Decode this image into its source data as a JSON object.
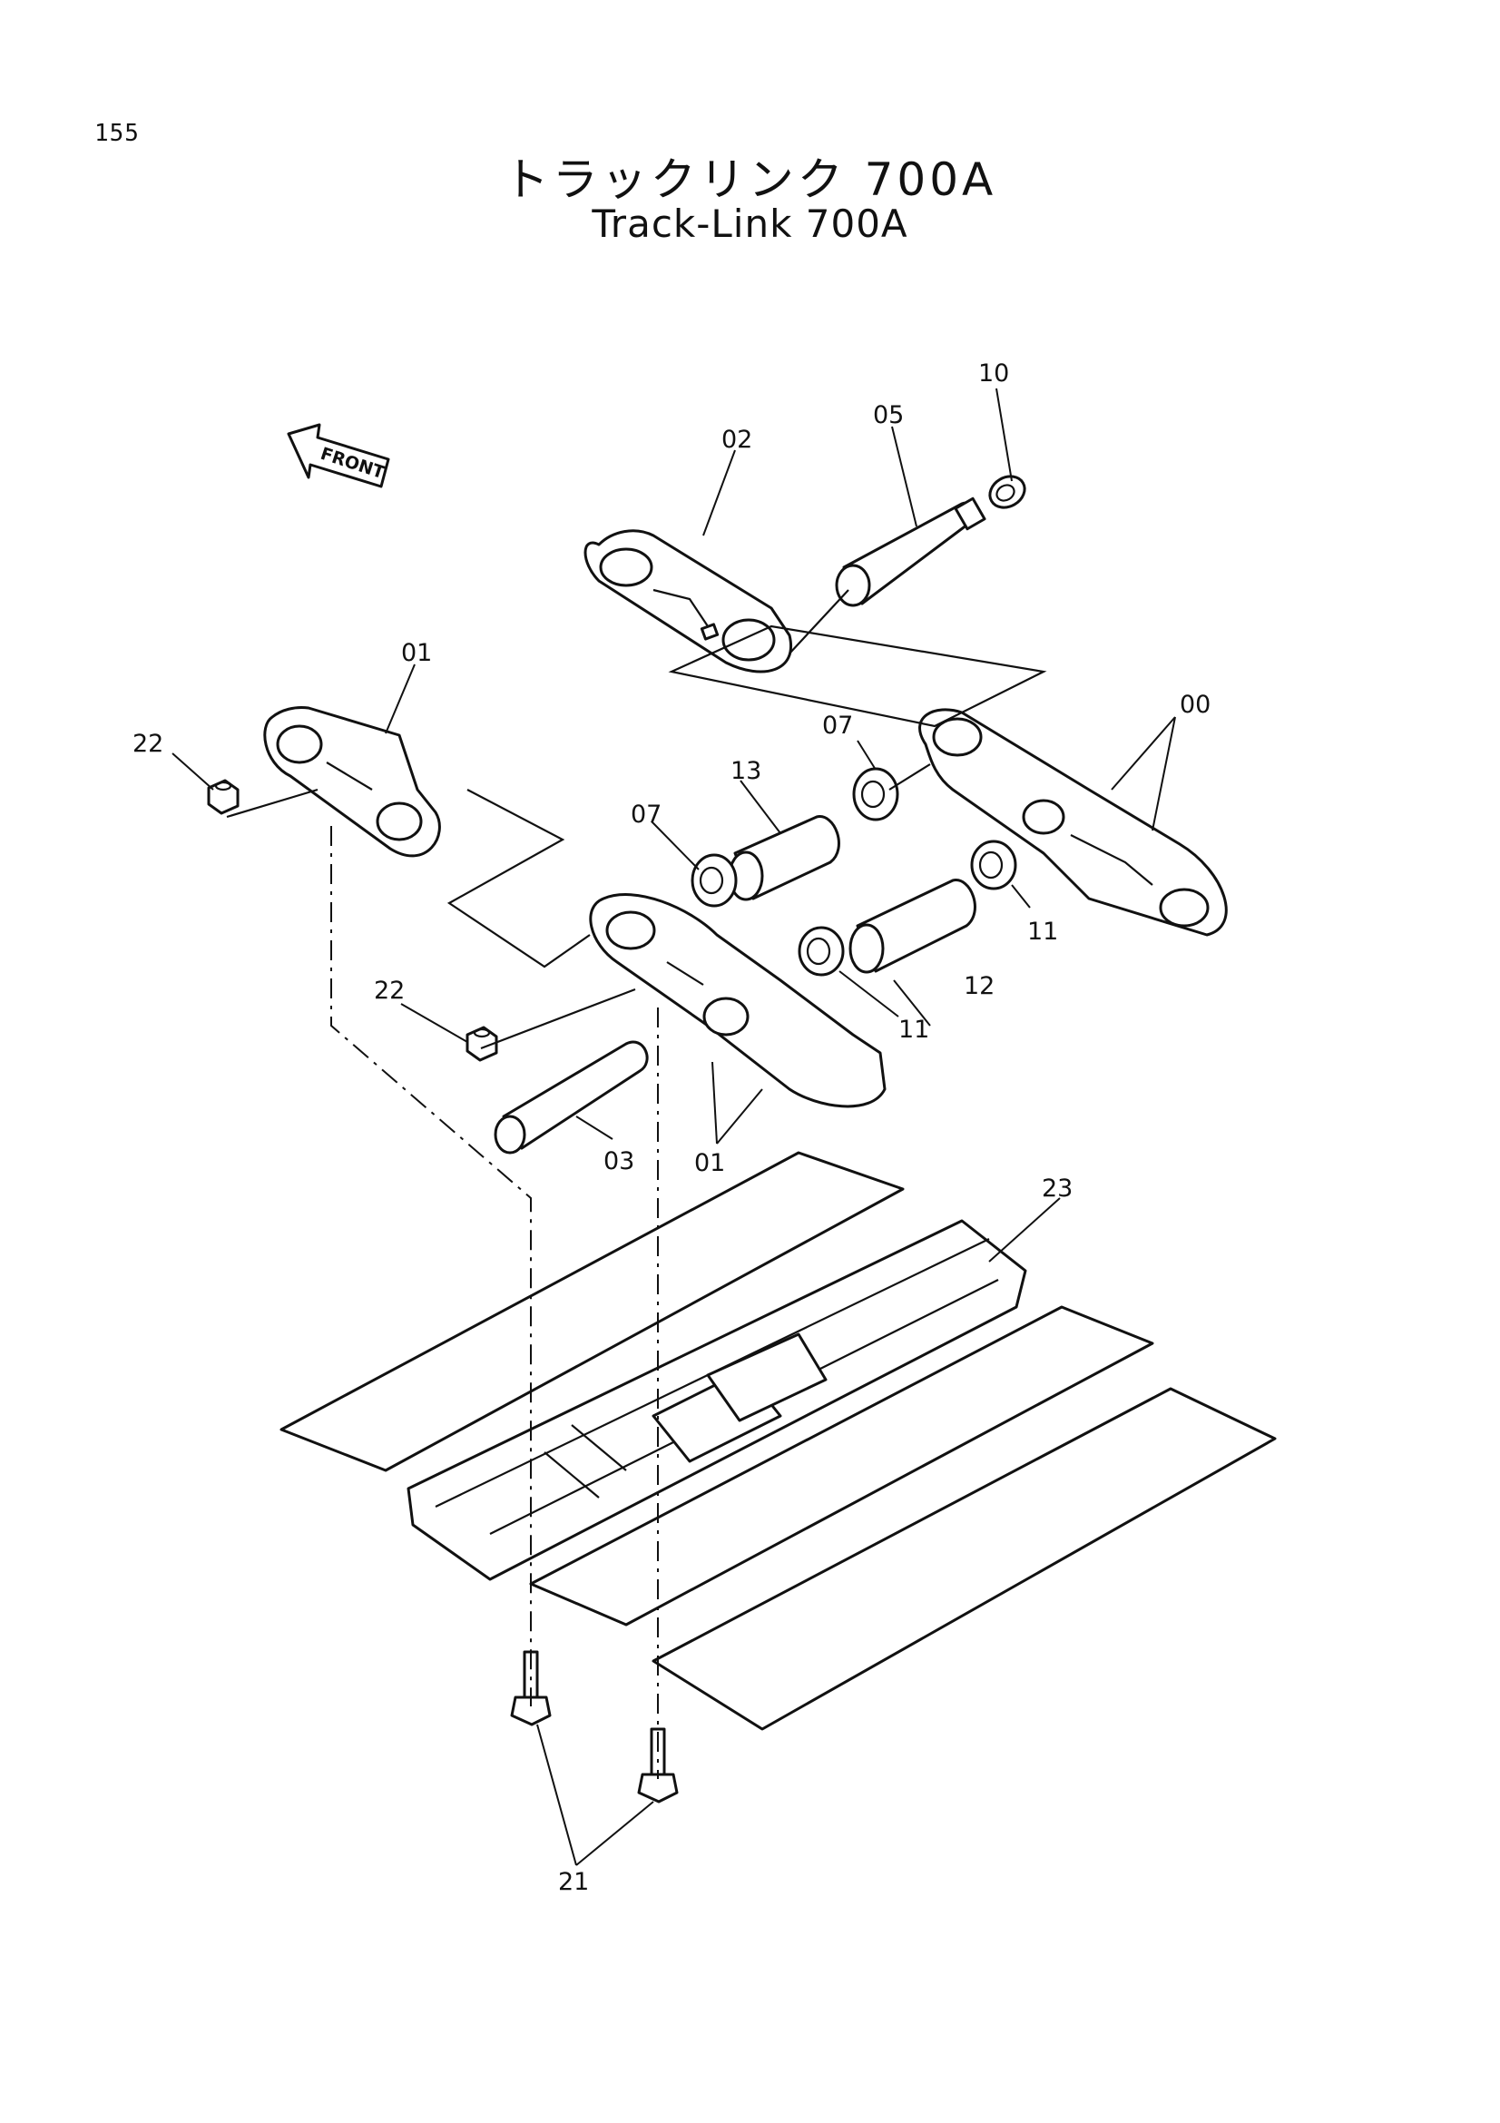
{
  "page_number": "155",
  "title_jp": "トラックリンク 700A",
  "title_en": "Track-Link 700A",
  "front_label": "FRONT",
  "callouts": {
    "c00": "00",
    "c01_top": "01",
    "c01_bottom": "01",
    "c02": "02",
    "c03": "03",
    "c05": "05",
    "c07_upper": "07",
    "c07_lower": "07",
    "c10": "10",
    "c11_right": "11",
    "c11_lower": "11",
    "c12": "12",
    "c13": "13",
    "c21": "21",
    "c22_top": "22",
    "c22_mid": "22",
    "c23": "23"
  }
}
